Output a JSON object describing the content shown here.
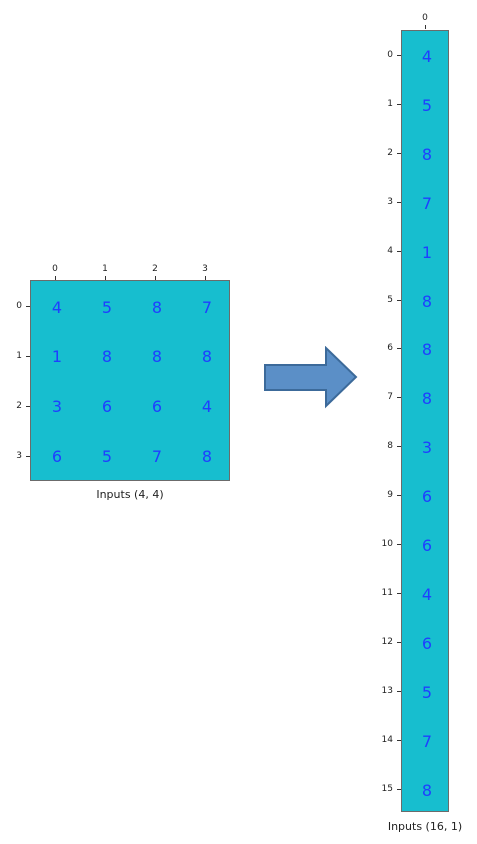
{
  "colors": {
    "cell_fill": "#17becf",
    "cell_text": "#1f3fff",
    "arrow_fill": "#5b8fc7",
    "arrow_stroke": "#3c6a9a"
  },
  "left_matrix": {
    "caption": "Inputs (4, 4)",
    "col_ticks": [
      "0",
      "1",
      "2",
      "3"
    ],
    "row_ticks": [
      "0",
      "1",
      "2",
      "3"
    ],
    "rows": [
      [
        "4",
        "5",
        "8",
        "7"
      ],
      [
        "1",
        "8",
        "8",
        "8"
      ],
      [
        "3",
        "6",
        "6",
        "4"
      ],
      [
        "6",
        "5",
        "7",
        "8"
      ]
    ]
  },
  "arrow": {
    "icon": "right-arrow-icon"
  },
  "right_matrix": {
    "caption": "Inputs (16, 1)",
    "col_ticks": [
      "0"
    ],
    "row_ticks": [
      "0",
      "1",
      "2",
      "3",
      "4",
      "5",
      "6",
      "7",
      "8",
      "9",
      "10",
      "11",
      "12",
      "13",
      "14",
      "15"
    ],
    "values": [
      "4",
      "5",
      "8",
      "7",
      "1",
      "8",
      "8",
      "8",
      "3",
      "6",
      "6",
      "4",
      "6",
      "5",
      "7",
      "8"
    ]
  }
}
